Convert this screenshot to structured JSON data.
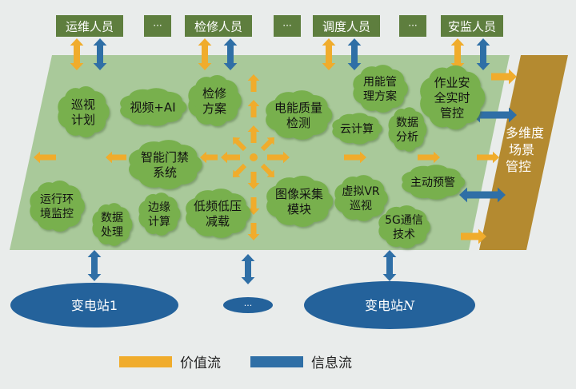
{
  "roles": [
    {
      "key": "ops",
      "label": "运维人员"
    },
    {
      "key": "dots1",
      "label": "···"
    },
    {
      "key": "maint",
      "label": "检修人员"
    },
    {
      "key": "dots2",
      "label": "···"
    },
    {
      "key": "dispatch",
      "label": "调度人员"
    },
    {
      "key": "dots3",
      "label": "···"
    },
    {
      "key": "safety",
      "label": "安监人员"
    }
  ],
  "modules": {
    "patrol": [
      "巡视",
      "计划"
    ],
    "video_ai": [
      "视频+AI"
    ],
    "maint_plan": [
      "检修",
      "方案"
    ],
    "power_quality": [
      "电能质量",
      "检测"
    ],
    "energy_plan": [
      "用能管",
      "理方案"
    ],
    "safety_monitor": [
      "作业安",
      "全实时",
      "管控"
    ],
    "cloud": [
      "云计算"
    ],
    "data_analysis": [
      "数据",
      "分析"
    ],
    "access_control": [
      "智能门禁",
      "系统"
    ],
    "env_monitor": [
      "运行环",
      "境监控"
    ],
    "data_proc": [
      "数据",
      "处理"
    ],
    "edge": [
      "边缘",
      "计算"
    ],
    "low_freq": [
      "低频低压",
      "减载"
    ],
    "image_acq": [
      "图像采集",
      "模块"
    ],
    "vr": [
      "虚拟VR",
      "巡视"
    ],
    "alarm": [
      "主动预警"
    ],
    "5g": [
      "5G通信",
      "技术"
    ]
  },
  "control_panel": [
    "多维度",
    "场景",
    "管控"
  ],
  "stations": {
    "s1": "变电站1",
    "dots": "···",
    "sn_prefix": "变电站",
    "sn_italic": "N"
  },
  "legend": {
    "value_flow": "价值流",
    "info_flow": "信息流"
  },
  "colors": {
    "role_box": "#5e7e3e",
    "platform": "#a9c99a",
    "cloud": "#78b04e",
    "control_panel": "#b48a30",
    "value_arrow": "#f0ac2c",
    "info_arrow": "#2f6fa6",
    "station": "#24629b"
  }
}
